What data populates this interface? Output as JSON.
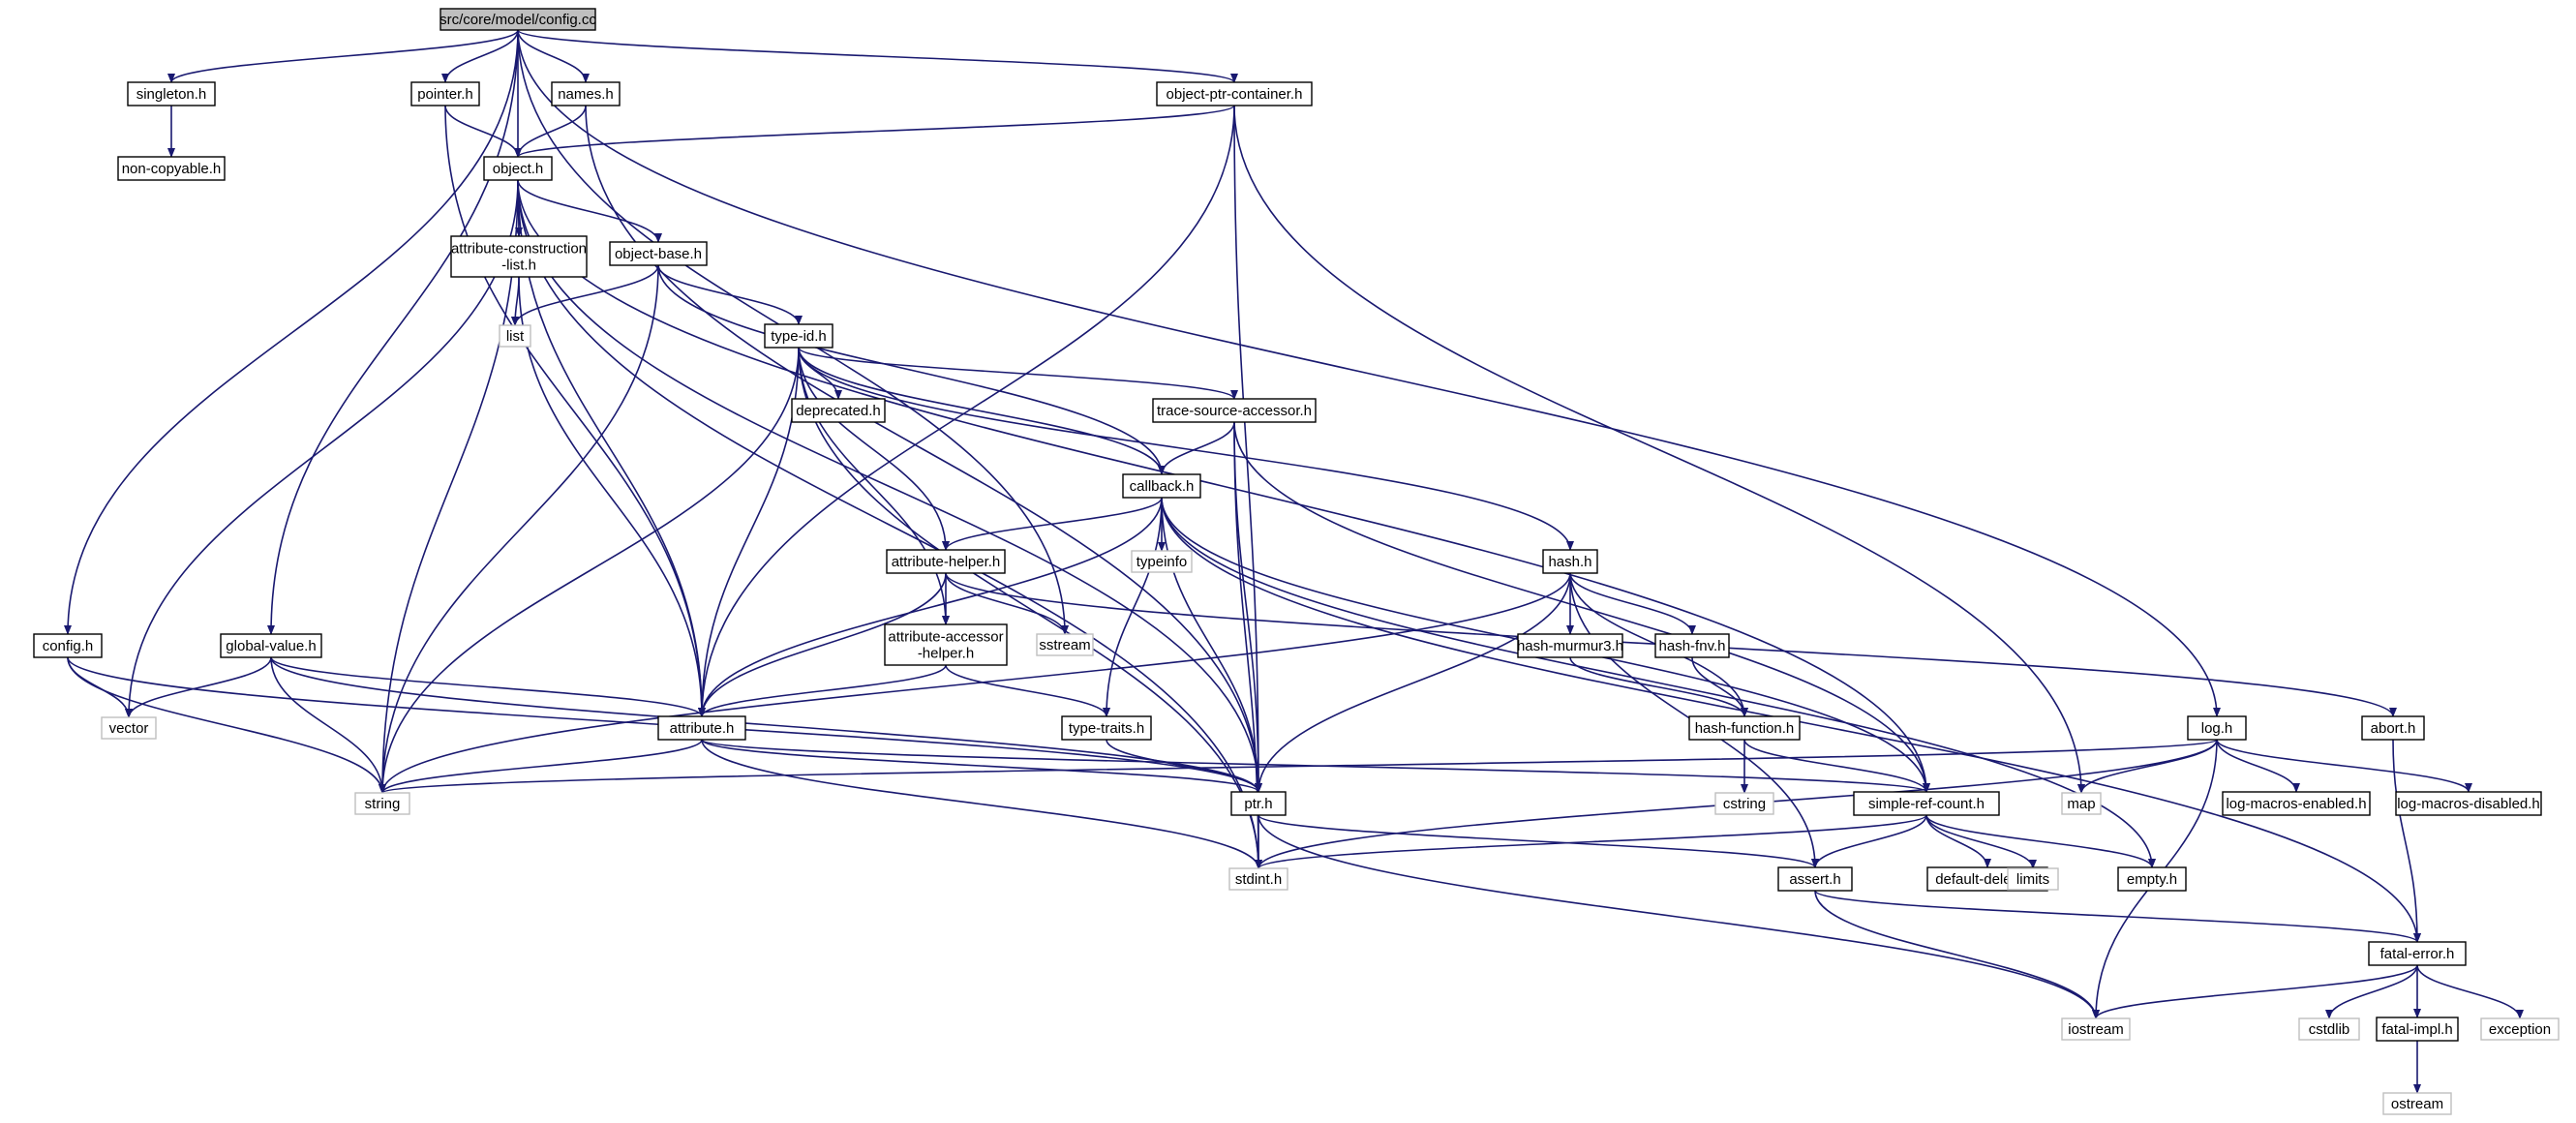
{
  "colors": {
    "edge": "#191970",
    "node_border": "#000000",
    "system_border": "#bfbfbf",
    "system_text": "#000000",
    "root_fill": "#bfbfbf",
    "node_fill": "#ffffff"
  },
  "nodes": [
    {
      "id": "config_cc",
      "label": "src/core/model/config.cc",
      "kind": "root"
    },
    {
      "id": "singleton",
      "label": "singleton.h",
      "kind": "file"
    },
    {
      "id": "pointer",
      "label": "pointer.h",
      "kind": "file"
    },
    {
      "id": "names",
      "label": "names.h",
      "kind": "file"
    },
    {
      "id": "object_ptr_container",
      "label": "object-ptr-container.h",
      "kind": "file"
    },
    {
      "id": "non_copyable",
      "label": "non-copyable.h",
      "kind": "file"
    },
    {
      "id": "object",
      "label": "object.h",
      "kind": "file"
    },
    {
      "id": "attribute_construction_list",
      "label": "attribute-construction\n-list.h",
      "kind": "file"
    },
    {
      "id": "object_base",
      "label": "object-base.h",
      "kind": "file"
    },
    {
      "id": "list",
      "label": "list",
      "kind": "system"
    },
    {
      "id": "type_id",
      "label": "type-id.h",
      "kind": "file"
    },
    {
      "id": "deprecated",
      "label": "deprecated.h",
      "kind": "file"
    },
    {
      "id": "trace_source_accessor",
      "label": "trace-source-accessor.h",
      "kind": "file"
    },
    {
      "id": "callback",
      "label": "callback.h",
      "kind": "file"
    },
    {
      "id": "typeinfo",
      "label": "typeinfo",
      "kind": "system"
    },
    {
      "id": "attribute_helper",
      "label": "attribute-helper.h",
      "kind": "file"
    },
    {
      "id": "hash",
      "label": "hash.h",
      "kind": "file"
    },
    {
      "id": "attribute_accessor_helper",
      "label": "attribute-accessor\n-helper.h",
      "kind": "file"
    },
    {
      "id": "sstream",
      "label": "sstream",
      "kind": "system"
    },
    {
      "id": "hash_murmur3",
      "label": "hash-murmur3.h",
      "kind": "file"
    },
    {
      "id": "hash_fnv",
      "label": "hash-fnv.h",
      "kind": "file"
    },
    {
      "id": "config_h",
      "label": "config.h",
      "kind": "file"
    },
    {
      "id": "global_value",
      "label": "global-value.h",
      "kind": "file"
    },
    {
      "id": "vector",
      "label": "vector",
      "kind": "system"
    },
    {
      "id": "attribute",
      "label": "attribute.h",
      "kind": "file"
    },
    {
      "id": "type_traits",
      "label": "type-traits.h",
      "kind": "file"
    },
    {
      "id": "hash_function",
      "label": "hash-function.h",
      "kind": "file"
    },
    {
      "id": "abort",
      "label": "abort.h",
      "kind": "file"
    },
    {
      "id": "log",
      "label": "log.h",
      "kind": "file"
    },
    {
      "id": "string",
      "label": "string",
      "kind": "system"
    },
    {
      "id": "ptr",
      "label": "ptr.h",
      "kind": "file"
    },
    {
      "id": "cstring",
      "label": "cstring",
      "kind": "system"
    },
    {
      "id": "simple_ref_count",
      "label": "simple-ref-count.h",
      "kind": "file"
    },
    {
      "id": "map",
      "label": "map",
      "kind": "system"
    },
    {
      "id": "log_macros_enabled",
      "label": "log-macros-enabled.h",
      "kind": "file"
    },
    {
      "id": "log_macros_disabled",
      "label": "log-macros-disabled.h",
      "kind": "file"
    },
    {
      "id": "stdint",
      "label": "stdint.h",
      "kind": "system"
    },
    {
      "id": "assert",
      "label": "assert.h",
      "kind": "file"
    },
    {
      "id": "default_deleter",
      "label": "default-deleter.h",
      "kind": "file"
    },
    {
      "id": "limits",
      "label": "limits",
      "kind": "system"
    },
    {
      "id": "empty",
      "label": "empty.h",
      "kind": "file"
    },
    {
      "id": "fatal_error",
      "label": "fatal-error.h",
      "kind": "file"
    },
    {
      "id": "iostream",
      "label": "iostream",
      "kind": "system"
    },
    {
      "id": "cstdlib",
      "label": "cstdlib",
      "kind": "system"
    },
    {
      "id": "fatal_impl",
      "label": "fatal-impl.h",
      "kind": "file"
    },
    {
      "id": "exception",
      "label": "exception",
      "kind": "system"
    },
    {
      "id": "ostream",
      "label": "ostream",
      "kind": "system"
    }
  ],
  "edges": [
    [
      "config_cc",
      "singleton"
    ],
    [
      "config_cc",
      "pointer"
    ],
    [
      "config_cc",
      "names"
    ],
    [
      "config_cc",
      "object"
    ],
    [
      "config_cc",
      "object_ptr_container"
    ],
    [
      "config_cc",
      "config_h"
    ],
    [
      "config_cc",
      "global_value"
    ],
    [
      "config_cc",
      "sstream"
    ],
    [
      "config_cc",
      "log"
    ],
    [
      "singleton",
      "non_copyable"
    ],
    [
      "pointer",
      "object"
    ],
    [
      "pointer",
      "attribute"
    ],
    [
      "names",
      "object"
    ],
    [
      "names",
      "ptr"
    ],
    [
      "object_ptr_container",
      "object"
    ],
    [
      "object_ptr_container",
      "attribute"
    ],
    [
      "object_ptr_container",
      "ptr"
    ],
    [
      "object_ptr_container",
      "map"
    ],
    [
      "object",
      "attribute_construction_list"
    ],
    [
      "object",
      "object_base"
    ],
    [
      "object",
      "vector"
    ],
    [
      "object",
      "string"
    ],
    [
      "object",
      "stdint"
    ],
    [
      "object",
      "attribute"
    ],
    [
      "object",
      "ptr"
    ],
    [
      "object",
      "simple_ref_count"
    ],
    [
      "attribute_construction_list",
      "list"
    ],
    [
      "attribute_construction_list",
      "attribute"
    ],
    [
      "object_base",
      "list"
    ],
    [
      "object_base",
      "type_id"
    ],
    [
      "object_base",
      "string"
    ],
    [
      "object_base",
      "callback"
    ],
    [
      "type_id",
      "deprecated"
    ],
    [
      "type_id",
      "trace_source_accessor"
    ],
    [
      "type_id",
      "callback"
    ],
    [
      "type_id",
      "attribute_helper"
    ],
    [
      "type_id",
      "attribute_accessor_helper"
    ],
    [
      "type_id",
      "attribute"
    ],
    [
      "type_id",
      "string"
    ],
    [
      "type_id",
      "stdint"
    ],
    [
      "type_id",
      "hash"
    ],
    [
      "trace_source_accessor",
      "callback"
    ],
    [
      "trace_source_accessor",
      "ptr"
    ],
    [
      "trace_source_accessor",
      "simple_ref_count"
    ],
    [
      "trace_source_accessor",
      "stdint"
    ],
    [
      "callback",
      "typeinfo"
    ],
    [
      "callback",
      "attribute_helper"
    ],
    [
      "callback",
      "attribute"
    ],
    [
      "callback",
      "type_traits"
    ],
    [
      "callback",
      "ptr"
    ],
    [
      "callback",
      "simple_ref_count"
    ],
    [
      "callback",
      "empty"
    ],
    [
      "callback",
      "fatal_error"
    ],
    [
      "attribute_helper",
      "attribute_accessor_helper"
    ],
    [
      "attribute_helper",
      "sstream"
    ],
    [
      "attribute_helper",
      "attribute"
    ],
    [
      "attribute_helper",
      "abort"
    ],
    [
      "attribute_accessor_helper",
      "attribute"
    ],
    [
      "attribute_accessor_helper",
      "type_traits"
    ],
    [
      "hash",
      "hash_murmur3"
    ],
    [
      "hash",
      "hash_fnv"
    ],
    [
      "hash",
      "hash_function"
    ],
    [
      "hash",
      "assert"
    ],
    [
      "hash",
      "ptr"
    ],
    [
      "hash",
      "string"
    ],
    [
      "hash_murmur3",
      "hash_function"
    ],
    [
      "hash_fnv",
      "hash_function"
    ],
    [
      "hash_function",
      "cstring"
    ],
    [
      "hash_function",
      "simple_ref_count"
    ],
    [
      "config_h",
      "vector"
    ],
    [
      "config_h",
      "string"
    ],
    [
      "config_h",
      "ptr"
    ],
    [
      "global_value",
      "vector"
    ],
    [
      "global_value",
      "string"
    ],
    [
      "global_value",
      "attribute"
    ],
    [
      "global_value",
      "ptr"
    ],
    [
      "attribute",
      "string"
    ],
    [
      "attribute",
      "ptr"
    ],
    [
      "attribute",
      "simple_ref_count"
    ],
    [
      "attribute",
      "stdint"
    ],
    [
      "type_traits",
      "ptr"
    ],
    [
      "abort",
      "fatal_error"
    ],
    [
      "log",
      "string"
    ],
    [
      "log",
      "map"
    ],
    [
      "log",
      "stdint"
    ],
    [
      "log",
      "iostream"
    ],
    [
      "log",
      "log_macros_enabled"
    ],
    [
      "log",
      "log_macros_disabled"
    ],
    [
      "ptr",
      "stdint"
    ],
    [
      "ptr",
      "assert"
    ],
    [
      "ptr",
      "iostream"
    ],
    [
      "simple_ref_count",
      "stdint"
    ],
    [
      "simple_ref_count",
      "assert"
    ],
    [
      "simple_ref_count",
      "default_deleter"
    ],
    [
      "simple_ref_count",
      "limits"
    ],
    [
      "simple_ref_count",
      "empty"
    ],
    [
      "assert",
      "fatal_error"
    ],
    [
      "assert",
      "iostream"
    ],
    [
      "fatal_error",
      "iostream"
    ],
    [
      "fatal_error",
      "cstdlib"
    ],
    [
      "fatal_error",
      "fatal_impl"
    ],
    [
      "fatal_error",
      "exception"
    ],
    [
      "fatal_impl",
      "ostream"
    ]
  ]
}
